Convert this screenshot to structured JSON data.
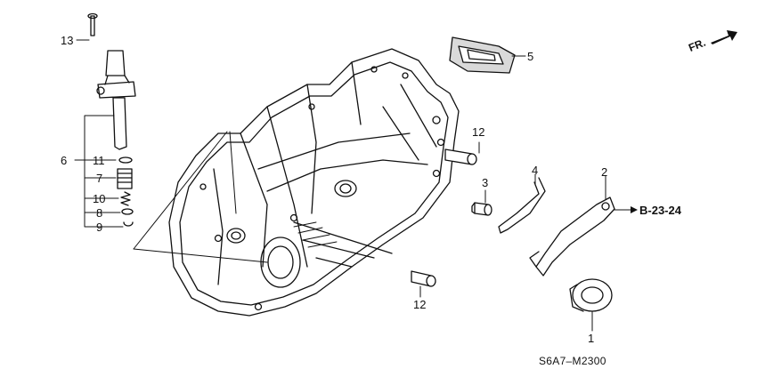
{
  "callouts": {
    "c1": "1",
    "c2": "2",
    "c3": "3",
    "c4": "4",
    "c5": "5",
    "c6": "6",
    "c7": "7",
    "c8": "8",
    "c9": "9",
    "c10": "10",
    "c11": "11",
    "c12a": "12",
    "c12b": "12",
    "c13": "13"
  },
  "reference": "B-23-24",
  "direction": "FR.",
  "diagram_code": "S6A7–M2300",
  "colors": {
    "line": "#111111",
    "fill": "#ffffff",
    "shade": "#d9d9d9"
  }
}
